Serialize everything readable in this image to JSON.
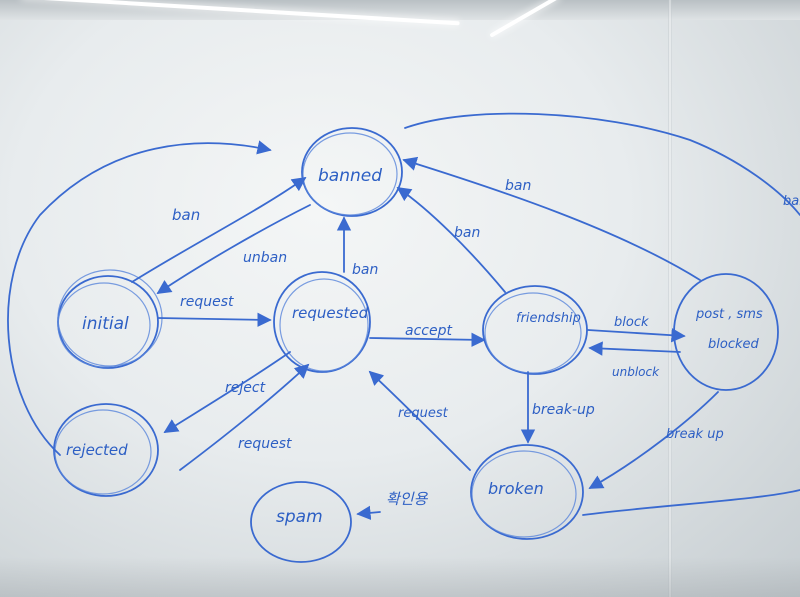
{
  "states": {
    "banned": "banned",
    "initial": "initial",
    "requested": "requested",
    "friendship": "friendship",
    "post_sms_blocked_1": "post , sms",
    "post_sms_blocked_2": "blocked",
    "rejected": "rejected",
    "broken": "broken",
    "spam": "spam"
  },
  "edges": {
    "ban_left": "ban",
    "unban": "unban",
    "ban_mid": "ban",
    "ban_friend": "ban",
    "ban_right": "ban",
    "request": "request",
    "accept": "accept",
    "block": "block",
    "unblock": "unblock",
    "reject": "reject",
    "request_low": "request",
    "request_mid": "request",
    "break_up": "break-up",
    "break_up_2": "break up",
    "korean_note": "확인용",
    "edge_partial": "ban"
  },
  "colors": {
    "marker": "#3a6ad0",
    "board": "#e8ecee"
  }
}
